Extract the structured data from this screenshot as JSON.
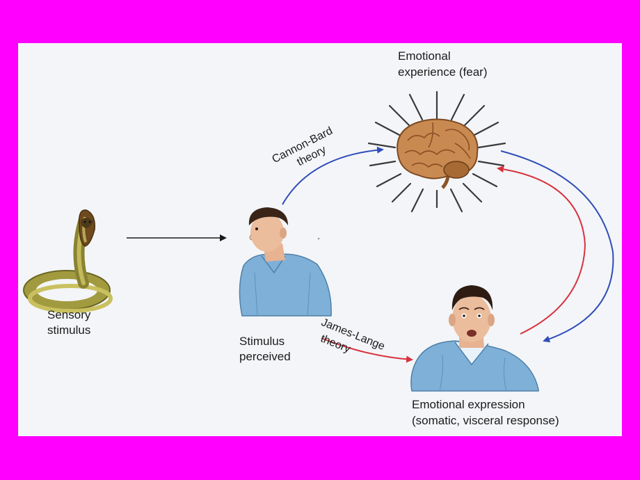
{
  "labels": {
    "sensory_line1": "Sensory",
    "sensory_line2": "stimulus",
    "perceived_line1": "Stimulus",
    "perceived_line2": "perceived",
    "experience_line1": "Emotional",
    "experience_line2": "experience (fear)",
    "expression_line1": "Emotional expression",
    "expression_line2": "(somatic, visceral response)",
    "cannon_line1": "Cannon-Bard",
    "cannon_line2": "theory",
    "james_line1": "James-Lange",
    "james_line2": "theory"
  },
  "colors": {
    "slide_background": "#ff00ff",
    "panel_background": "#f3f5f8",
    "cannon_bard_arrow": "#2f4db8",
    "james_lange_arrow": "#d8313d",
    "neutral_arrow": "#1a1a1a",
    "brain": "#c98a52",
    "shirt": "#7fb1d8"
  },
  "icons": [
    "cobra-icon",
    "brain-icon",
    "calm-man-icon",
    "fearful-man-icon"
  ]
}
